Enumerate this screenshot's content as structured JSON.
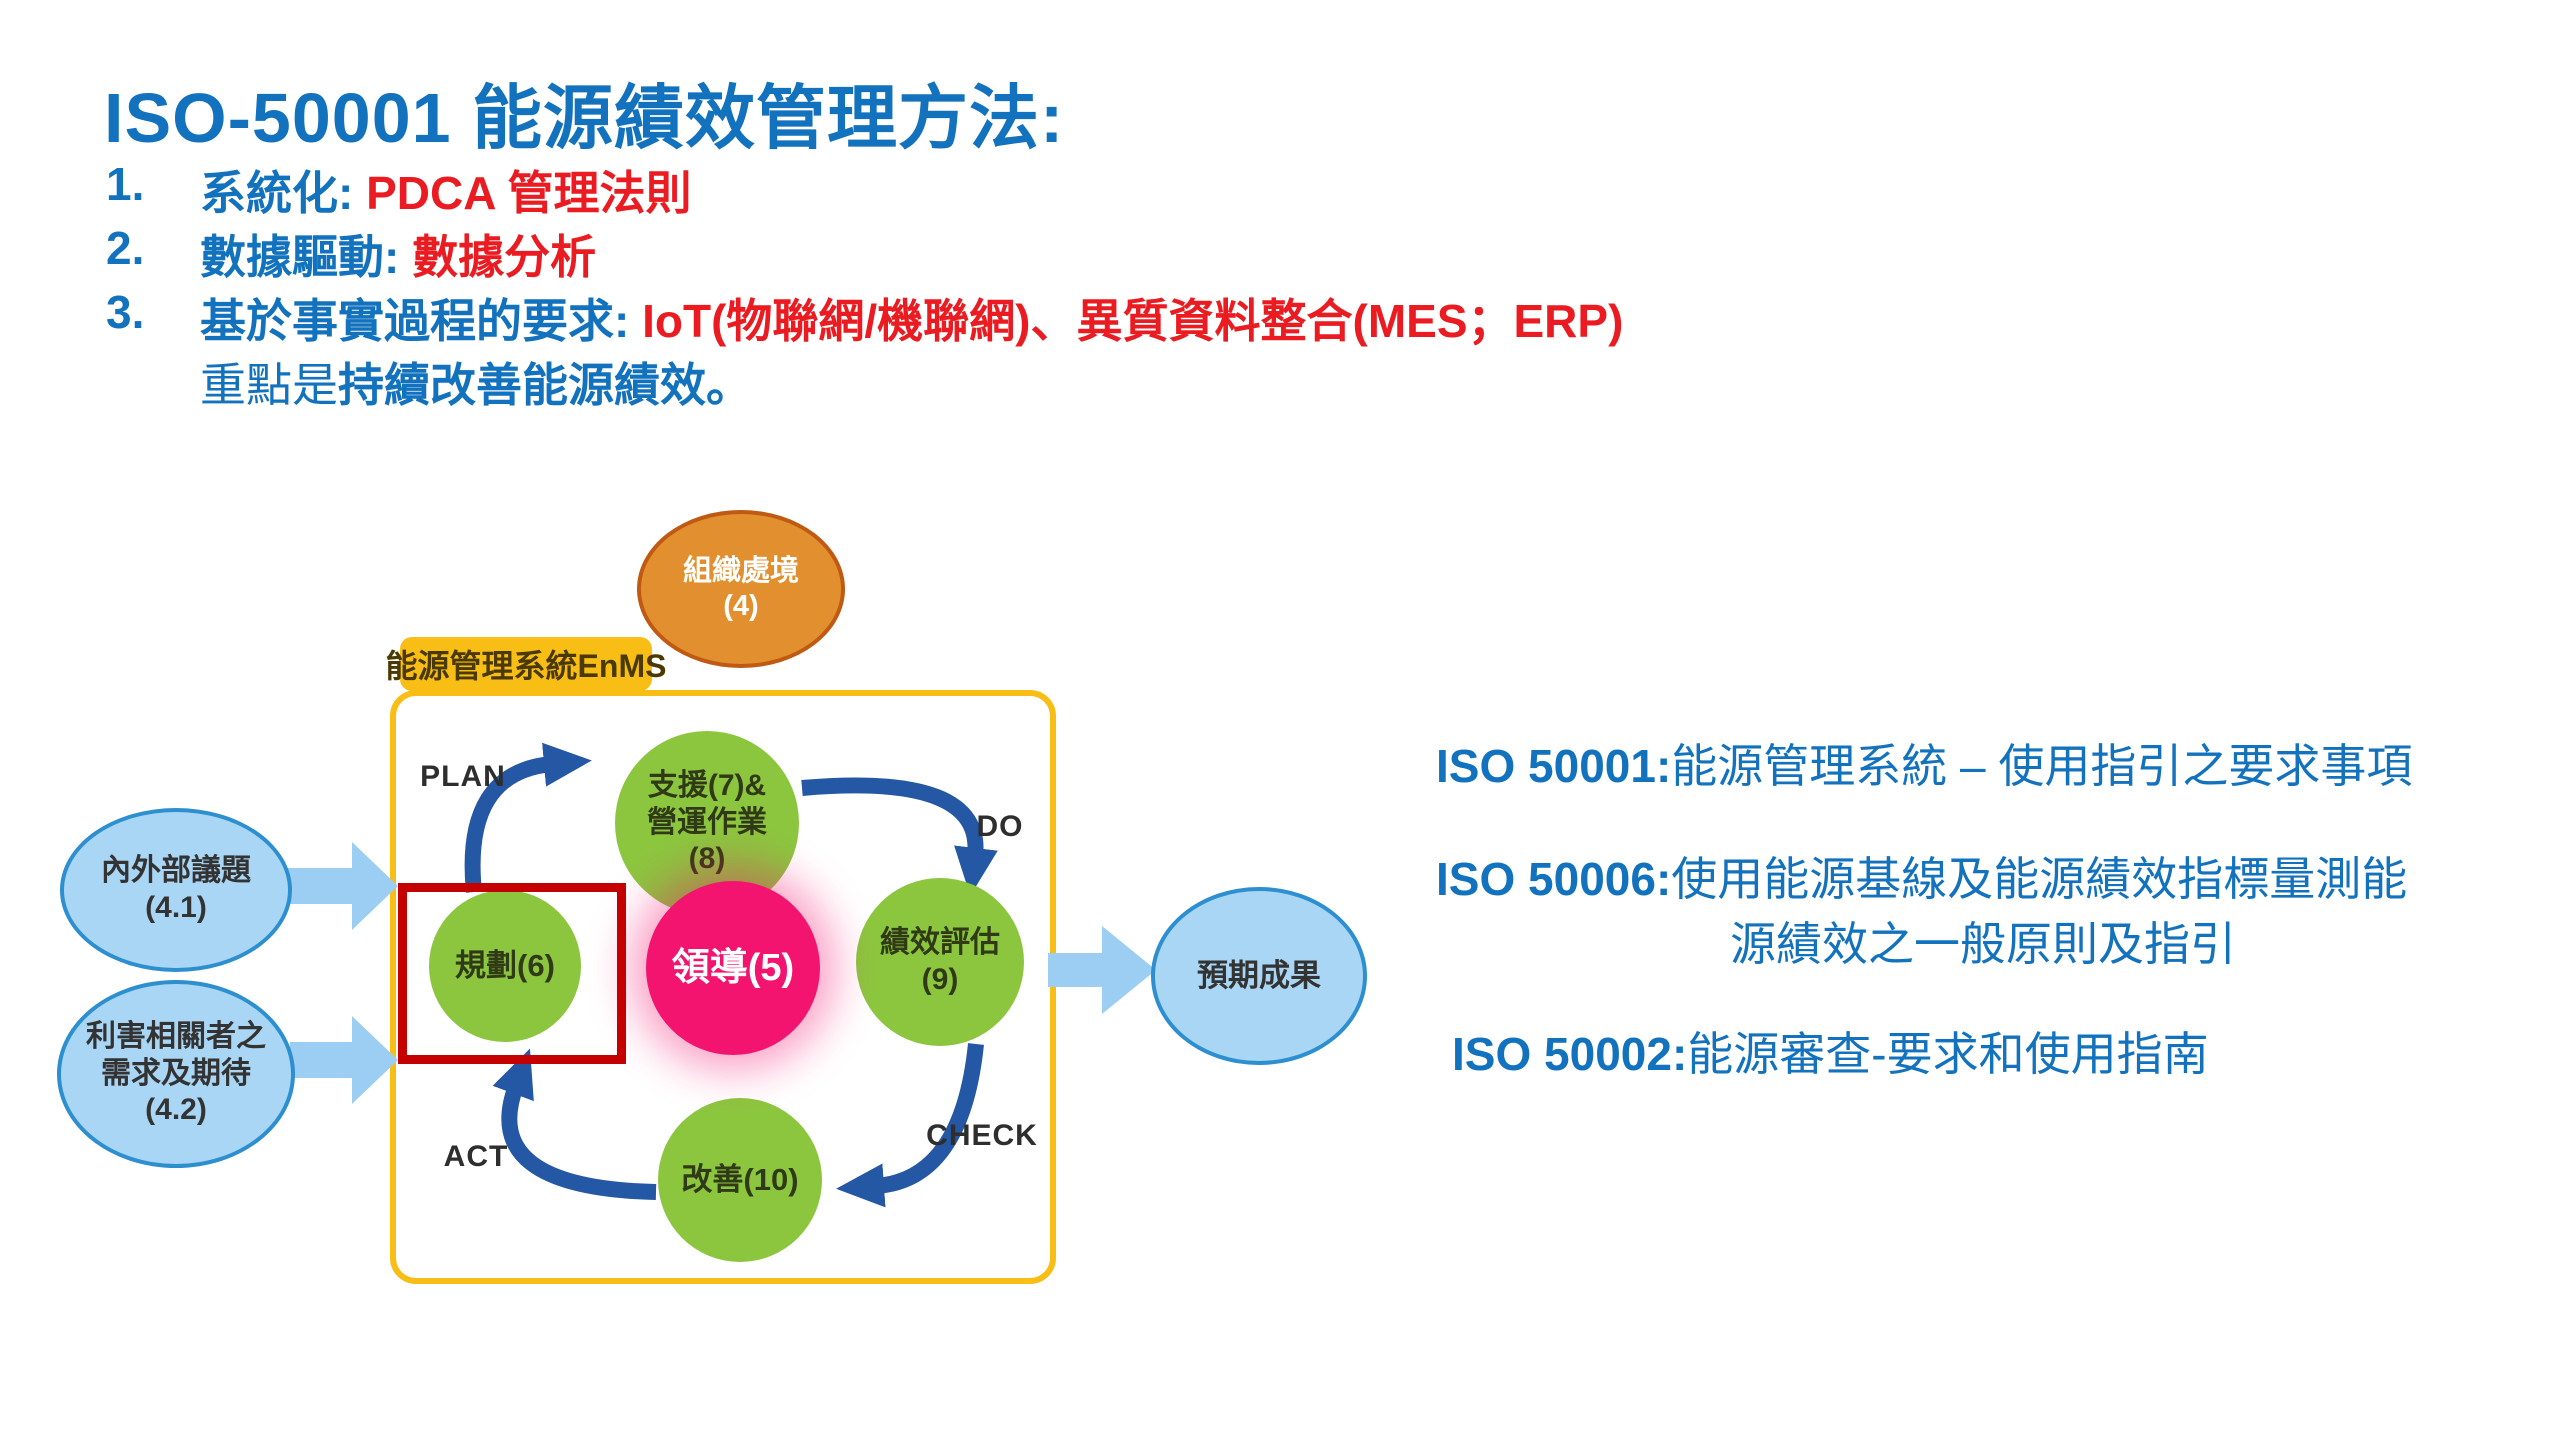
{
  "slide": {
    "title": "ISO-50001 能源績效管理方法:",
    "items": [
      {
        "num": "1.",
        "lead": "系統化: ",
        "accent": "PDCA 管理法則"
      },
      {
        "num": "2.",
        "lead": "數據驅動: ",
        "accent": "數據分析"
      },
      {
        "num": "3.",
        "lead": "基於事實過程的要求: ",
        "accent": "IoT(物聯網/機聯網)、異質資料整合(MES；ERP)"
      }
    ],
    "note": {
      "plain": "重點是",
      "bold": "持續改善能源績效。"
    }
  },
  "diagram": {
    "context": {
      "line1": "組織處境",
      "line2": "(4)"
    },
    "enms_label": "能源管理系統EnMS",
    "support": {
      "line1": "支援(7)&",
      "line2": "營運作業",
      "line3": "(8)"
    },
    "leadership": "領導(5)",
    "planning": "規劃(6)",
    "evaluation": {
      "line1": "績效評估",
      "line2": "(9)"
    },
    "improvement": "改善(10)",
    "cycle": {
      "plan": "PLAN",
      "do": "DO",
      "check": "CHECK",
      "act": "ACT"
    },
    "input_issues": {
      "line1": "內外部議題",
      "line2": "(4.1)"
    },
    "input_stakeholders": {
      "line1": "利害相關者之",
      "line2": "需求及期待",
      "line3": "(4.2)"
    },
    "output": "預期成果"
  },
  "standards": [
    {
      "code": "ISO 50001:",
      "desc": "能源管理系統 – 使用指引之要求事項",
      "desc2": ""
    },
    {
      "code": "ISO 50006:",
      "desc": "使用能源基線及能源績效指標量測能",
      "desc2": "源績效之一般原則及指引"
    },
    {
      "code": "ISO 50002:",
      "desc": "能源審查-要求和使用指南",
      "desc2": ""
    }
  ],
  "colors": {
    "blue_text": "#1272BD",
    "red_text": "#EA1B21",
    "green": "#8CC63F",
    "pink": "#F2146E",
    "orange": "#E2902F",
    "yellow": "#F8BE15",
    "light_blue": "#A9D6F5",
    "arrow_blue": "#2457A4",
    "highlight_red": "#C40000"
  }
}
